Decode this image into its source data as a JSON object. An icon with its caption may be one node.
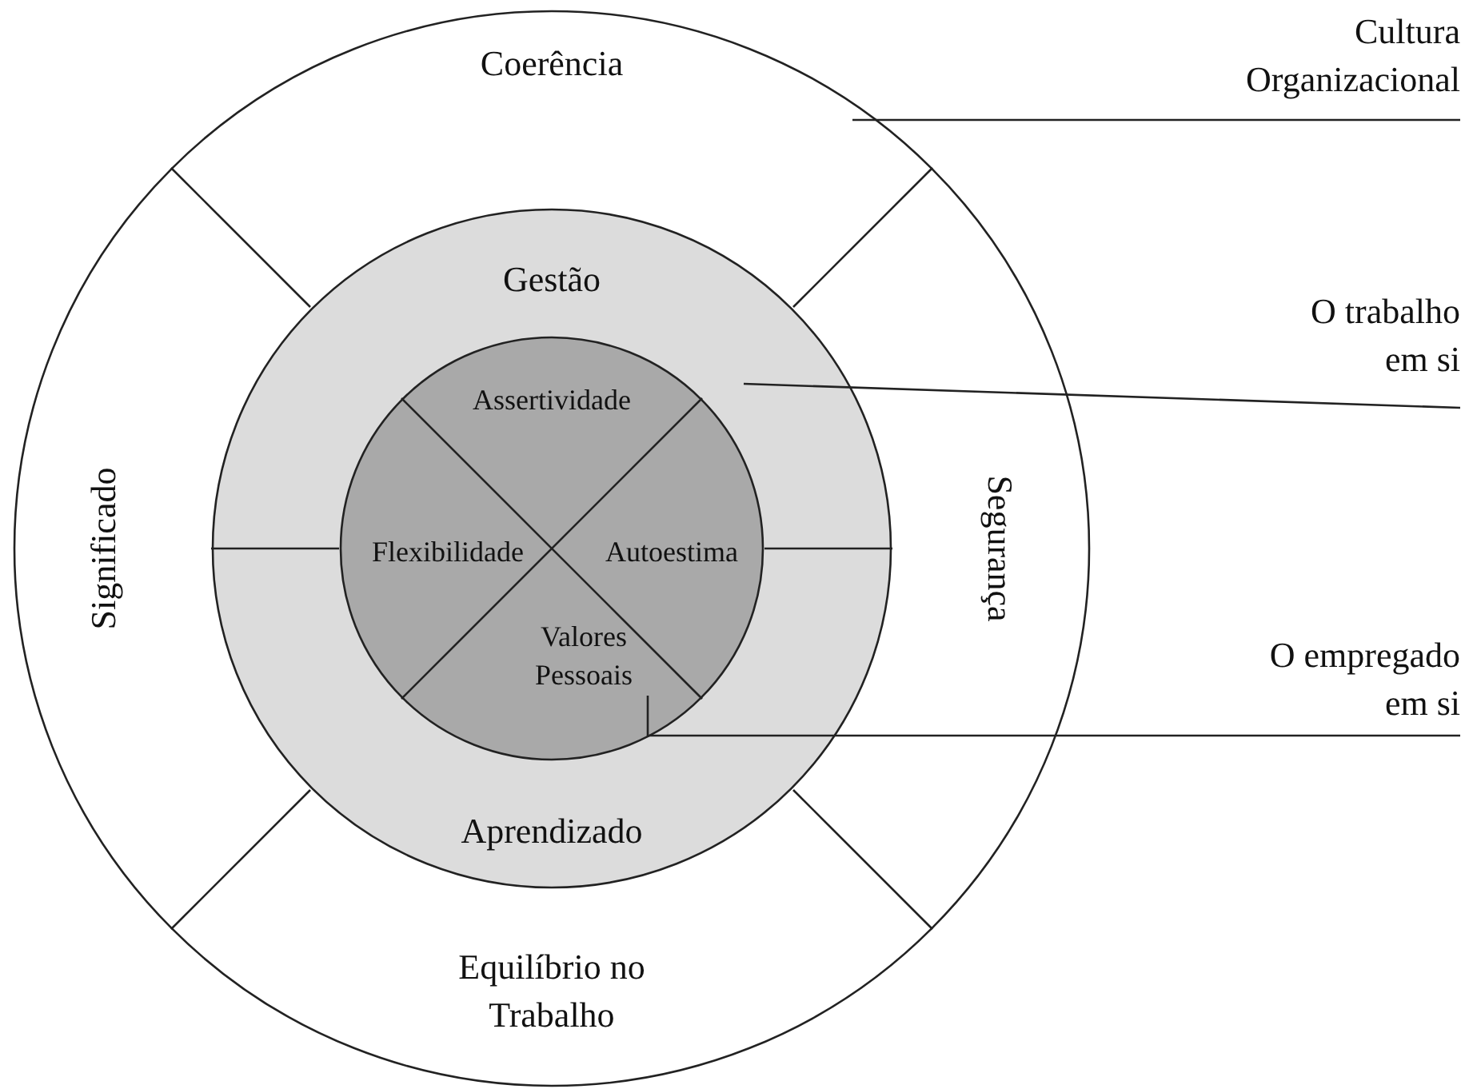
{
  "diagram": {
    "nodes": [
      {
        "text": [],
        "shape": "circle"
      },
      {
        "text": [
          "Coerência"
        ],
        "in": 0
      },
      {
        "text": [
          "Significado"
        ],
        "in": 0
      },
      {
        "text": [
          "Segurança"
        ],
        "in": 0
      },
      {
        "text": [
          "Equilíbrio no Trabalho"
        ],
        "in": 0
      },
      {
        "text": [],
        "shape": "circle",
        "in": 0
      },
      {
        "text": [
          "Gestão"
        ],
        "in": 5
      },
      {
        "text": [
          "Aprendizado"
        ],
        "in": 5
      },
      {
        "text": [],
        "shape": "circle",
        "in": 5
      },
      {
        "text": [
          "Assertividade"
        ],
        "in": 8
      },
      {
        "text": [
          "Flexibilidade"
        ],
        "in": 8
      },
      {
        "text": [
          "Autoestima"
        ],
        "in": 8
      },
      {
        "text": [
          "Valores Pessoais"
        ],
        "in": 8
      },
      {
        "text": [
          "Cultura Organizacional"
        ]
      },
      {
        "text": [
          "O trabalho em si"
        ]
      },
      {
        "text": [
          "O empregado em si"
        ]
      }
    ],
    "edges": [
      {
        "from": 13,
        "to": 0,
        "arrow": "none"
      },
      {
        "from": 14,
        "to": 5,
        "arrow": "none"
      },
      {
        "from": 15,
        "to": 8,
        "arrow": "none"
      }
    ]
  }
}
